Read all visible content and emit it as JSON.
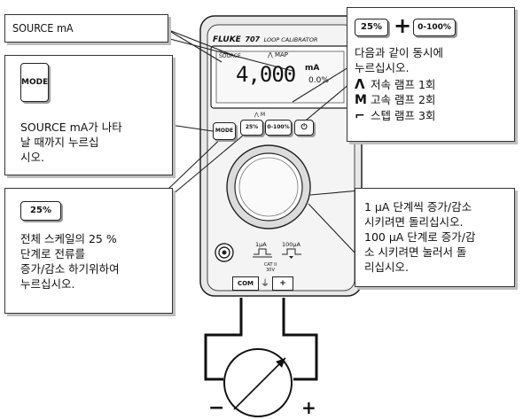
{
  "callouts": {
    "source_ma": {
      "label": "SOURCE mA"
    },
    "mode": {
      "key": "MODE",
      "text": [
        "SOURCE mA가 나타",
        "날 때까지 누르십",
        "시오."
      ]
    },
    "pct25": {
      "key": "25%",
      "text": [
        "전체 스케일의 25 %",
        "단계로 전류를",
        "증가/감소 하기위하여",
        "누르십시오."
      ]
    },
    "ramp": {
      "key1": "25%",
      "plus": "+",
      "key2": "0-100%",
      "intro": [
        "다음과 같이 동시에",
        "누르십시오."
      ],
      "items": [
        {
          "icon": "slow-ramp-icon",
          "glyph": "Λ",
          "text": "저속 램프 1회"
        },
        {
          "icon": "fast-ramp-icon",
          "glyph": "M",
          "text": "고속 램프 2회"
        },
        {
          "icon": "step-ramp-icon",
          "glyph": "⌐",
          "text": "스텝 램프 3회"
        }
      ]
    },
    "knob": {
      "text": [
        "1 μA 단계씩 증가/감소",
        "시키려면 돌리십시오.",
        "100 μA 단계로 증가/감",
        "소 시키려면 눌러서 돌",
        "리십시오."
      ]
    }
  },
  "device": {
    "brand": "FLUKE",
    "model": "707",
    "name": "LOOP CALIBRATOR",
    "display": {
      "mode_label": "SOURCE",
      "ramp_label": "⋀ MAP",
      "reading": "4,000",
      "unit": "mA",
      "percent": "0.0%"
    },
    "buttons": {
      "mode": "MODE",
      "pct25": "25%",
      "full": "0-100%",
      "power": "⏻",
      "ramp_label": "⋀ M"
    },
    "step_labels": {
      "fine": "1μA",
      "coarse": "100μA"
    },
    "jacks": {
      "cat": "CAT II\n30V",
      "com": "COM",
      "ground": "⏚",
      "plus": "+"
    }
  },
  "loop": {
    "minus": "−",
    "plus": "+"
  }
}
